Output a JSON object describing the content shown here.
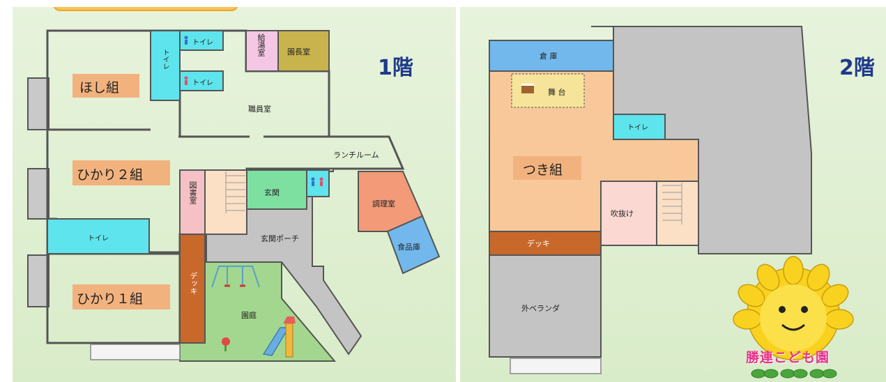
{
  "floor1": {
    "title": "1階",
    "rooms": {
      "hoshi": "ほし組",
      "hikari2": "ひかり２組",
      "hikari1": "ひかり１組",
      "toilet_vertical": "トイレ",
      "toilet_top": "トイレ",
      "toilet_mid": "トイレ",
      "kyuto": "給湯室",
      "encho": "園長室",
      "shokuin": "職員室",
      "lunch": "ランチルーム",
      "tosho": "図書室",
      "genkan": "玄関",
      "chori": "調理室",
      "shokuhin": "食品庫",
      "toilet_left": "トイレ",
      "porch": "玄関ポーチ",
      "deck": "デッキ",
      "garden": "園庭"
    }
  },
  "floor2": {
    "title": "2階",
    "rooms": {
      "soko": "倉 庫",
      "butai": "舞 台",
      "toilet": "トイレ",
      "tsuki": "つき組",
      "fukinuke": "吹抜け",
      "deck": "デッキ",
      "veranda": "外ベランダ"
    }
  },
  "logo": {
    "text": "勝連こども園",
    "icon": "sunflower-logo-icon"
  },
  "colors": {
    "room": "#f8c89b",
    "toilet": "#5ee4ec",
    "gray": "#c4c4c4",
    "kitchen": "#f39a78",
    "storage_blue": "#72b8ec",
    "deck": "#c8682a",
    "garden": "#9fd68c",
    "pink_room": "#f5c1c4",
    "principal": "#c9b34c"
  }
}
